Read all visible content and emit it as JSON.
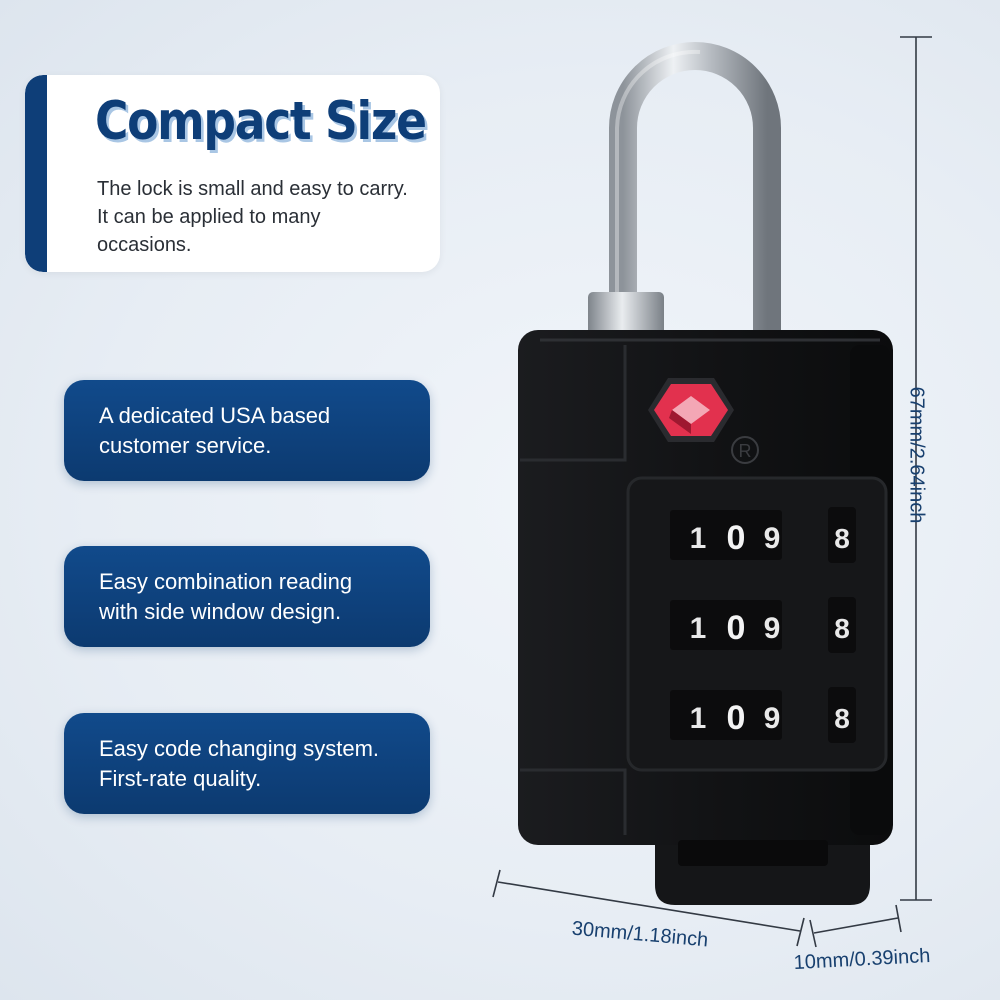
{
  "hero": {
    "title": "Compact Size",
    "description": "The lock is small and easy to carry. It can be applied to many occasions."
  },
  "features": [
    {
      "line1": "A dedicated USA based",
      "line2": "customer service."
    },
    {
      "line1": "Easy combination reading",
      "line2": "with side window design."
    },
    {
      "line1": "Easy code changing system.",
      "line2": "First-rate quality."
    }
  ],
  "lock": {
    "dial_digits": [
      "1",
      "0",
      "9",
      "8"
    ],
    "registered_mark": "R",
    "body_color": "#121315",
    "shackle_color": "#b9bec4",
    "tsa_color": "#e2314e"
  },
  "dimensions": {
    "height": "67mm/2.64inch",
    "width": "30mm/1.18inch",
    "depth": "10mm/0.39inch"
  },
  "colors": {
    "brand": "#0e3e78",
    "dimension_text": "#18406f"
  }
}
